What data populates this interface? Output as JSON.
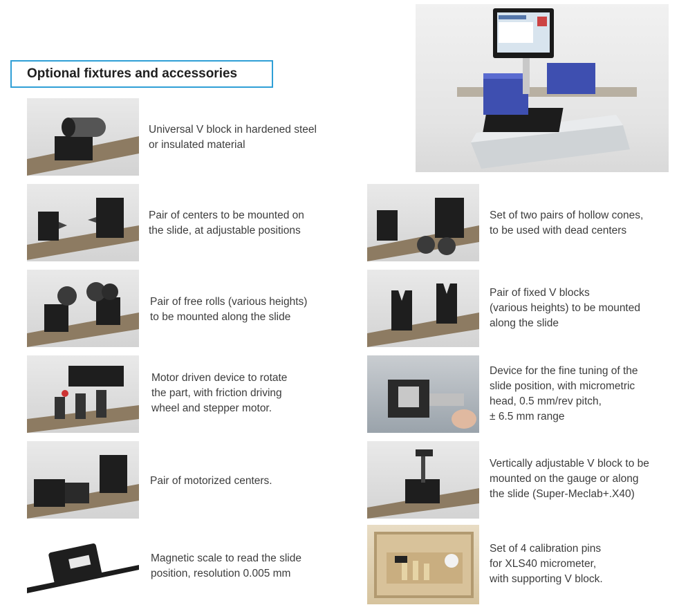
{
  "heading": "Optional fixtures and accessories",
  "hero_image": "gauge-instrument-with-touchscreen",
  "left_column": [
    {
      "icon": "v-block-photo",
      "text": "Universal V block in hardened steel\nor insulated material"
    },
    {
      "icon": "centers-pair-photo",
      "text": "Pair of centers to be mounted on\nthe slide, at adjustable positions"
    },
    {
      "icon": "free-rolls-photo",
      "text": "Pair of free rolls (various heights)\nto be mounted along the slide"
    },
    {
      "icon": "motor-driven-device-photo",
      "text": "Motor driven device to rotate\nthe part, with friction driving\nwheel and stepper motor."
    },
    {
      "icon": "motorized-centers-photo",
      "text": "Pair of motorized centers."
    },
    {
      "icon": "magnetic-scale-photo",
      "text": "Magnetic scale to read the slide\nposition, resolution 0.005 mm"
    }
  ],
  "right_column": [
    {
      "icon": "hollow-cones-photo",
      "text": "Set of two pairs of hollow cones,\nto be used with dead centers"
    },
    {
      "icon": "fixed-v-blocks-photo",
      "text": "Pair of fixed V blocks\n(various heights) to be mounted\nalong the slide"
    },
    {
      "icon": "fine-tuning-device-photo",
      "text": "Device for the fine tuning of the\nslide position, with micrometric\nhead, 0.5 mm/rev pitch,\n± 6.5 mm range"
    },
    {
      "icon": "adjustable-v-block-photo",
      "text": "Vertically adjustable V block to be\nmounted on the gauge or along\nthe slide (Super-Meclab+.X40)"
    },
    {
      "icon": "calibration-pins-photo",
      "text": "Set of 4 calibration pins\nfor XLS40 micrometer,\nwith supporting V block."
    }
  ],
  "colors": {
    "accent": "#2f9fd6",
    "rail": "#8d7b62",
    "metal": "#2a2a2a",
    "body_blue": "#3f51b5"
  }
}
